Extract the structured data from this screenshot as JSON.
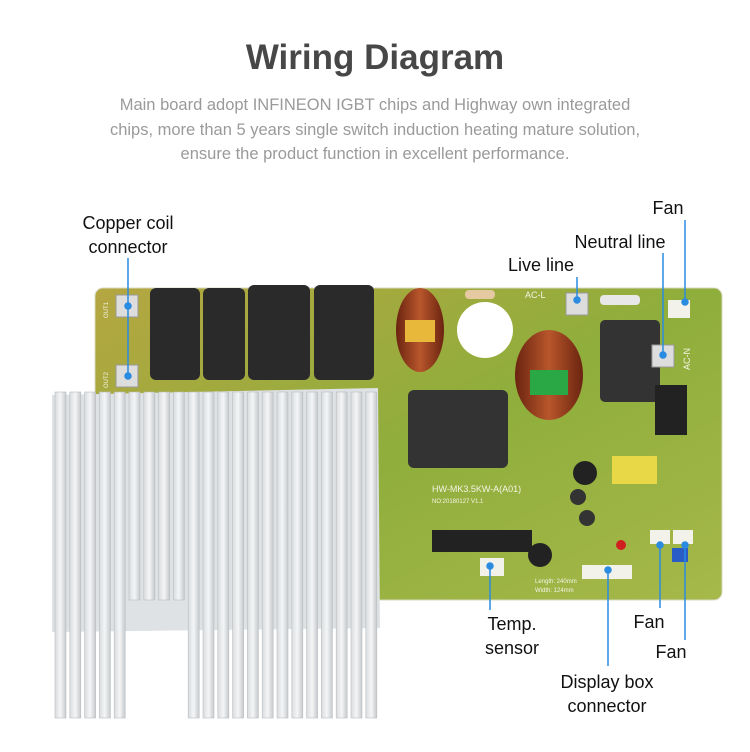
{
  "header": {
    "title": "Wiring Diagram",
    "description_lines": [
      "Main board adopt INFINEON IGBT chips and Highway own integrated",
      "chips, more than 5 years single switch induction heating mature solution,",
      "ensure the product function in excellent performance."
    ]
  },
  "callouts": {
    "copper_coil": [
      "Copper coil",
      "connector"
    ],
    "fan_top": "Fan",
    "neutral_line": "Neutral line",
    "live_line": "Live line",
    "temp_sensor": [
      "Temp.",
      "sensor"
    ],
    "display_box": [
      "Display box",
      "connector"
    ],
    "fan_bottom_left": "Fan",
    "fan_bottom_right": "Fan"
  },
  "board_silkscreen": {
    "model": "HW-MK3.5KW-A(A01)",
    "serial": "NO:20180127  V1.1",
    "ac_l": "AC-L",
    "ac_n": "AC-N",
    "length": "Length: 240mm",
    "width": "Width: 124mm",
    "out1": "OUT1",
    "out2": "OUT2"
  },
  "colors": {
    "callout": "#2a8be0",
    "board": "#9cab3a",
    "title": "#474747",
    "description": "#9a9a9a"
  }
}
